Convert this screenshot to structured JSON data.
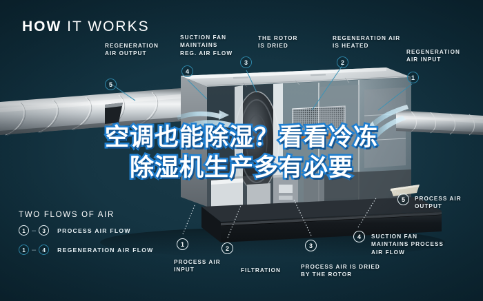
{
  "header": {
    "title_bold": "HOW",
    "title_rest": " IT WORKS"
  },
  "headline": {
    "line1": "空调也能除湿？看看冷冻",
    "line2": "除湿机生产多有必要",
    "fill_color": "#ffffff",
    "stroke_color": "#1f7fd0"
  },
  "background": {
    "color_top": "#0b2531",
    "color_mid": "#1a3a48"
  },
  "callouts": [
    {
      "id": "regeneration-air-output",
      "number": "5",
      "label": "REGENERATION\nAIR OUTPUT",
      "style": "teal"
    },
    {
      "id": "suction-fan-reg",
      "number": "4",
      "label": "SUCTION FAN\nMAINTAINS\nREG. AIR FLOW",
      "style": "teal"
    },
    {
      "id": "rotor-is-dried",
      "number": "3",
      "label": "THE ROTOR\nIS DRIED",
      "style": "teal"
    },
    {
      "id": "regeneration-air-heated",
      "number": "2",
      "label": "REGENERATION AIR\nIS HEATED",
      "style": "teal"
    },
    {
      "id": "regeneration-air-input",
      "number": "1",
      "label": "REGENERATION\nAIR INPUT",
      "style": "teal"
    },
    {
      "id": "process-air-output",
      "number": "5",
      "label": "PROCESS AIR\nOUTPUT",
      "style": "white"
    },
    {
      "id": "process-air-input",
      "number": "1",
      "label": "PROCESS AIR\nINPUT",
      "style": "white"
    },
    {
      "id": "filtration",
      "number": "2",
      "label": "FILTRATION",
      "style": "white"
    },
    {
      "id": "process-air-dried",
      "number": "3",
      "label": "PROCESS AIR IS DRIED\nBY THE ROTOR",
      "style": "white"
    },
    {
      "id": "suction-fan-process",
      "number": "4",
      "label": "SUCTION FAN\nMAINTAINS PROCESS\nAIR FLOW",
      "style": "white"
    }
  ],
  "legend": {
    "title": "TWO FLOWS OF AIR",
    "dash": "–",
    "rows": [
      {
        "from": "1",
        "to": "3",
        "text": "PROCESS AIR FLOW",
        "style": "white"
      },
      {
        "from": "1",
        "to": "4",
        "text": "REGENERATION AIR FLOW",
        "style": "teal"
      }
    ]
  }
}
